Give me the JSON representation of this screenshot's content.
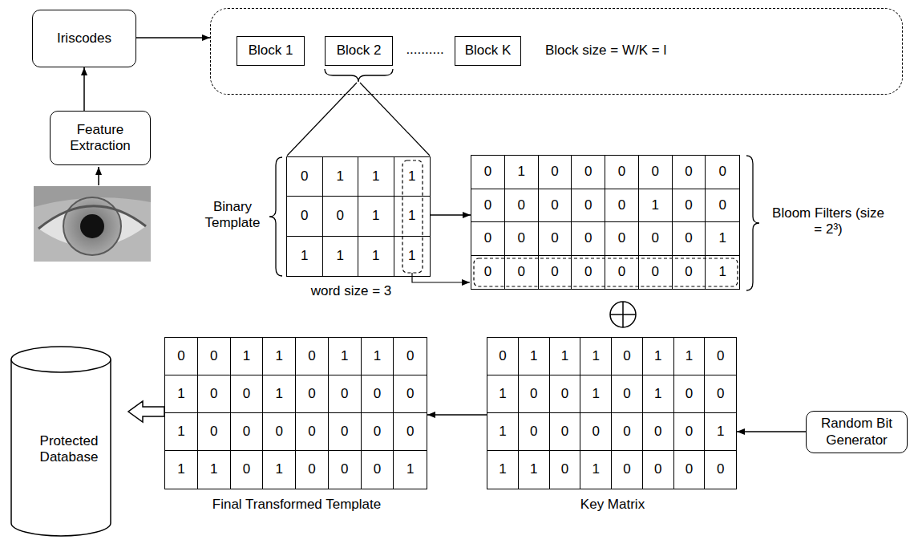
{
  "diagram": {
    "nodes": [
      {
        "text": [
          "Iriscodes"
        ]
      },
      {
        "text": [
          "Feature Extraction"
        ]
      },
      {
        "text": [
          "Block size = W/K = l"
        ]
      },
      {
        "text": [
          "Block 1"
        ],
        "in": 2
      },
      {
        "text": [
          "Block 2"
        ],
        "in": 2
      },
      {
        "text": [
          "Block K"
        ],
        "in": 2
      },
      {
        "text": [
          "Binary Template",
          "word size = 3"
        ]
      },
      {
        "text": [
          "Bloom Filters (size = 2³)"
        ]
      },
      {
        "text": [
          "Key Matrix"
        ]
      },
      {
        "text": [
          "Random Bit Generator"
        ]
      },
      {
        "text": [
          "Final Transformed Template"
        ]
      },
      {
        "text": [
          "Protected Database"
        ]
      }
    ],
    "edges": [
      {
        "from": 0,
        "to": 2,
        "arrow": "to"
      },
      {
        "from": 1,
        "to": 0,
        "arrow": "to"
      },
      {
        "from": 6,
        "to": 7,
        "arrow": "to"
      },
      {
        "from": 9,
        "to": 8,
        "arrow": "to"
      },
      {
        "from": 8,
        "to": 10,
        "arrow": "to"
      },
      {
        "from": 10,
        "to": 11,
        "arrow": "to"
      }
    ],
    "labels": [
      "..........",
      "0",
      "1",
      "1",
      "1",
      "0",
      "0",
      "1",
      "1",
      "1",
      "1",
      "1",
      "1",
      "0",
      "1",
      "0",
      "0",
      "0",
      "0",
      "0",
      "0",
      "0",
      "0",
      "0",
      "0",
      "0",
      "1",
      "0",
      "0",
      "0",
      "0",
      "0",
      "0",
      "0",
      "0",
      "0",
      "1",
      "0",
      "0",
      "0",
      "0",
      "0",
      "0",
      "0",
      "1",
      "0",
      "1",
      "1",
      "1",
      "0",
      "1",
      "1",
      "0",
      "1",
      "0",
      "0",
      "1",
      "0",
      "1",
      "0",
      "0",
      "1",
      "0",
      "0",
      "0",
      "0",
      "0",
      "0",
      "1",
      "1",
      "1",
      "0",
      "1",
      "0",
      "0",
      "0",
      "0",
      "0",
      "0",
      "1",
      "1",
      "0",
      "1",
      "1",
      "0",
      "1",
      "0",
      "0",
      "1",
      "0",
      "0",
      "0",
      "0",
      "1",
      "0",
      "0",
      "0",
      "0",
      "0",
      "0",
      "0",
      "1",
      "1",
      "0",
      "1",
      "0",
      "0",
      "0",
      "1"
    ]
  }
}
